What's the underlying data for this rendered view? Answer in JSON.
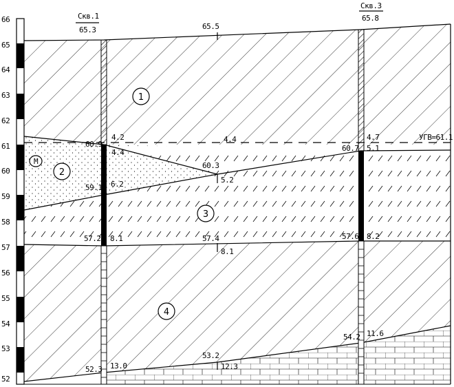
{
  "scale_ticks": [
    "66",
    "65",
    "64",
    "63",
    "62",
    "61",
    "60",
    "59",
    "58",
    "57",
    "56",
    "55",
    "54",
    "53",
    "52"
  ],
  "wells": [
    {
      "name": "Скв.1",
      "elev": "65.3"
    },
    {
      "name": "Скв.3",
      "elev": "65.8"
    }
  ],
  "layers": [
    {
      "id": "1"
    },
    {
      "id": "2"
    },
    {
      "id": "3"
    },
    {
      "id": "4"
    }
  ],
  "symbol_label": "М",
  "water_table_label": "УГВ=61.1",
  "labels": {
    "surface_mid": "65.5",
    "w1_depth_a": "4.2",
    "w1_elev_a": "60.9",
    "w1_depth_b": "4.4",
    "wt_mid": "4.4",
    "w3_depth_a": "4.7",
    "w3_elev_a": "60.7",
    "w3_depth_b": "5.1",
    "lens_elev": "60.3",
    "lens_depth": "5.2",
    "w1_elev_c": "59.1",
    "w1_depth_c": "6.2",
    "w1_elev_d": "57.2",
    "w1_depth_d": "8.1",
    "mid_elev_d": "57.4",
    "mid_depth_d": "8.1",
    "w3_elev_d": "57.6",
    "w3_depth_d": "8.2",
    "w3_elev_e": "54.2",
    "w3_depth_e": "11.6",
    "mid_elev_e": "53.2",
    "mid_depth_e": "12.3",
    "w1_elev_f": "52.3",
    "w1_depth_f": "13.0"
  }
}
